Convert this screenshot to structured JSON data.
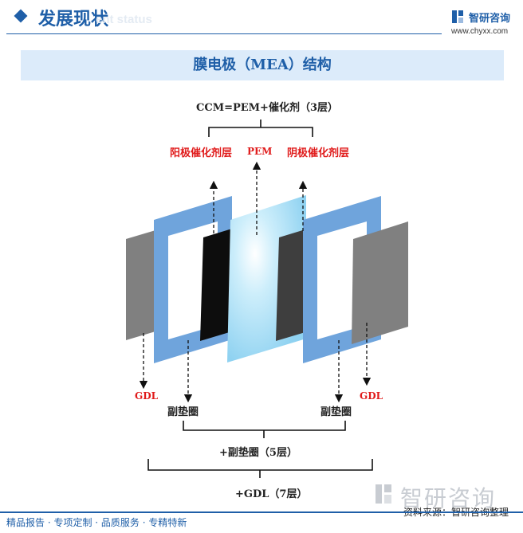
{
  "header": {
    "title": "发展现状",
    "subtitle_en": "ent status",
    "brand_name": "智研咨询",
    "brand_url": "www.chyxx.com"
  },
  "banner": {
    "title": "膜电极（MEA）结构"
  },
  "diagram": {
    "ccm_label": "CCM=PEM+催化剂（3层）",
    "anode_label": "阳极催化剂层",
    "pem_label": "PEM",
    "cathode_label": "阴极催化剂层",
    "gdl_left": "GDL",
    "gdl_right": "GDL",
    "gasket_left": "副垫圈",
    "gasket_right": "副垫圈",
    "five_layer_label": "+副垫圈（5层）",
    "seven_layer_label": "+GDL（7层）",
    "colors": {
      "gasket": "#6fa4dc",
      "gdl": "#808080",
      "anode_catalyst": "#0d0d0d",
      "cathode_catalyst": "#3e3e3e",
      "pem": "#a9dcf4",
      "red_label": "#e01b1b"
    }
  },
  "watermark": {
    "name": "智研咨询"
  },
  "source": {
    "text": "资料来源：智研咨询整理"
  },
  "footer": {
    "text": "精品报告 · 专项定制 · 品质服务 · 专精特新"
  }
}
